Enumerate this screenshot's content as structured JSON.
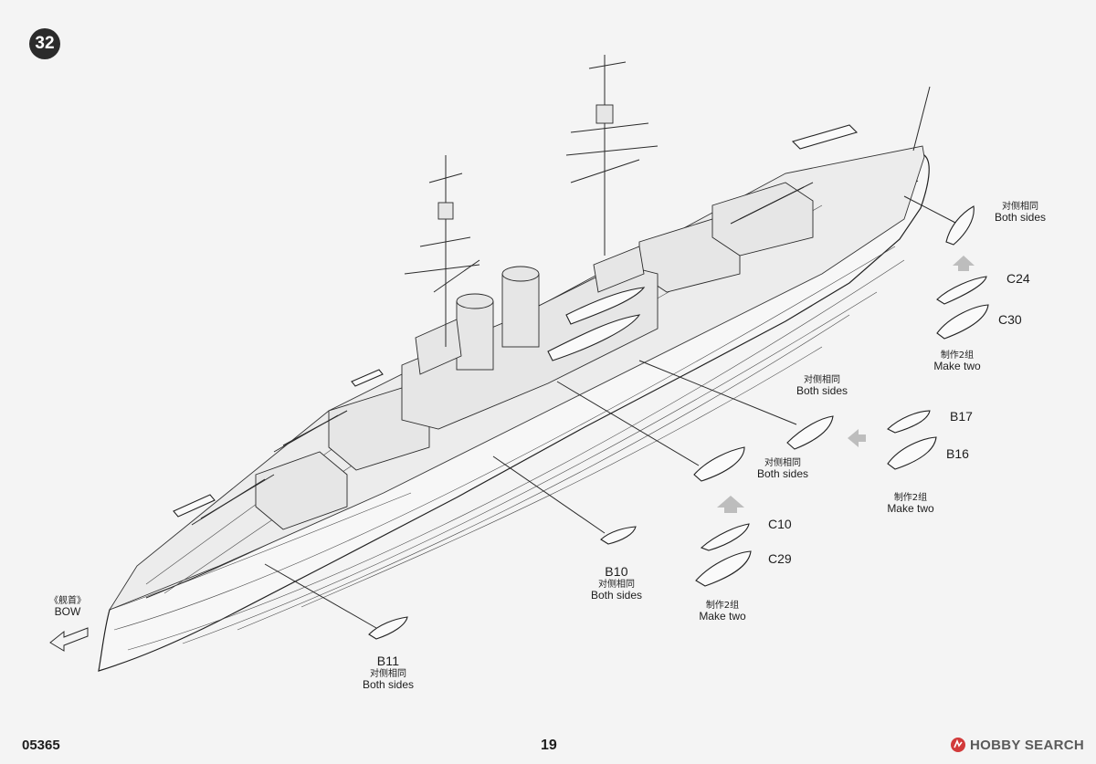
{
  "step": "32",
  "bow": {
    "cn": "《舰首》",
    "en": "BOW"
  },
  "labels": {
    "b11": {
      "code": "B11",
      "cn": "对侧相同",
      "en": "Both  sides"
    },
    "b10": {
      "code": "B10",
      "cn": "对侧相同",
      "en": "Both  sides"
    },
    "mid_pair": {
      "cn": "对侧相同",
      "en": "Both  sides"
    },
    "upper_pair": {
      "cn": "对侧相同",
      "en": "Both  sides"
    },
    "stern_pair": {
      "cn": "对侧相同",
      "en": "Both  sides"
    },
    "c10_c29": {
      "code_top": "C10",
      "code_bottom": "C29",
      "cn": "制作2组",
      "en": "Make two"
    },
    "b17_b16": {
      "code_top": "B17",
      "code_bottom": "B16",
      "cn": "制作2组",
      "en": "Make two"
    },
    "c24_c30": {
      "code_top": "C24",
      "code_bottom": "C30",
      "cn": "制作2组",
      "en": "Make two"
    }
  },
  "footer": {
    "code": "05365",
    "page": "19"
  },
  "watermark": {
    "text": "HOBBY SEARCH"
  }
}
